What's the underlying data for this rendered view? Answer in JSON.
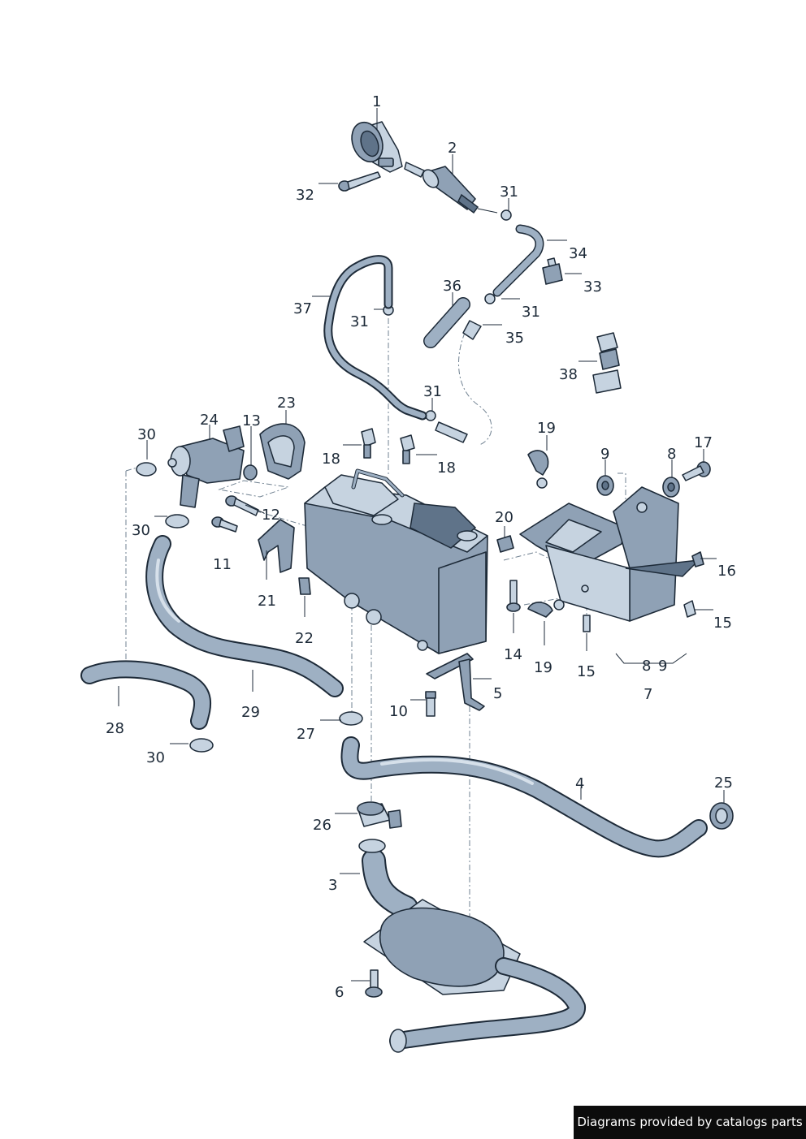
{
  "callouts": {
    "c1": "1",
    "c2": "2",
    "c3": "3",
    "c4": "4",
    "c5": "5",
    "c6": "6",
    "c7": "7",
    "c8": "8",
    "c8_9": "8",
    "c9": "9",
    "c9_9": "9",
    "c10": "10",
    "c11": "11",
    "c12": "12",
    "c13": "13",
    "c14": "14",
    "c15a": "15",
    "c15b": "15",
    "c16": "16",
    "c17": "17",
    "c18a": "18",
    "c18b": "18",
    "c19a": "19",
    "c19b": "19",
    "c20": "20",
    "c21": "21",
    "c22": "22",
    "c23": "23",
    "c24": "24",
    "c25": "25",
    "c26": "26",
    "c27": "27",
    "c28": "28",
    "c29": "29",
    "c30a": "30",
    "c30b": "30",
    "c30c": "30",
    "c31a": "31",
    "c31b": "31",
    "c31c": "31",
    "c31d": "31",
    "c32": "32",
    "c33": "33",
    "c34": "34",
    "c35": "35",
    "c36": "36",
    "c37": "37",
    "c38": "38"
  },
  "footer": {
    "text": "Diagrams provided by catalogs parts"
  },
  "colors": {
    "part_fill": "#8fa1b5",
    "part_light": "#c6d3e0",
    "outline": "#1d2a38",
    "footer_bg": "#0c0c0c"
  }
}
